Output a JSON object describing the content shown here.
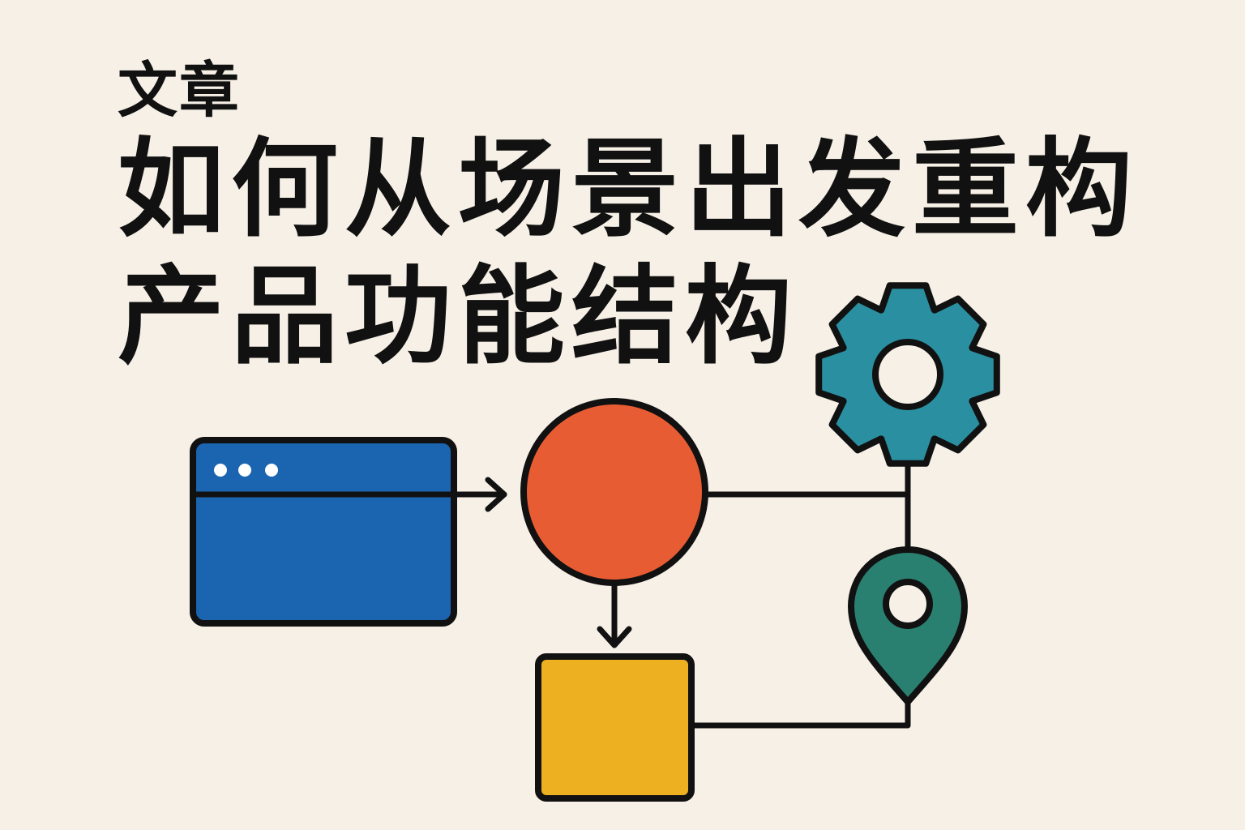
{
  "category_label": "文章",
  "title_lines": [
    "如何从场景出发重构",
    "产品功能结构"
  ],
  "colors": {
    "background": "#f6f0e6",
    "window": "#1a64b0",
    "circle": "#e85c33",
    "square": "#ecb020",
    "gear": "#2a8fa0",
    "pin": "#2a8070",
    "stroke": "#111111"
  },
  "icons": [
    "browser-window-icon",
    "circle-node",
    "square-node",
    "gear-icon",
    "location-pin-icon"
  ]
}
